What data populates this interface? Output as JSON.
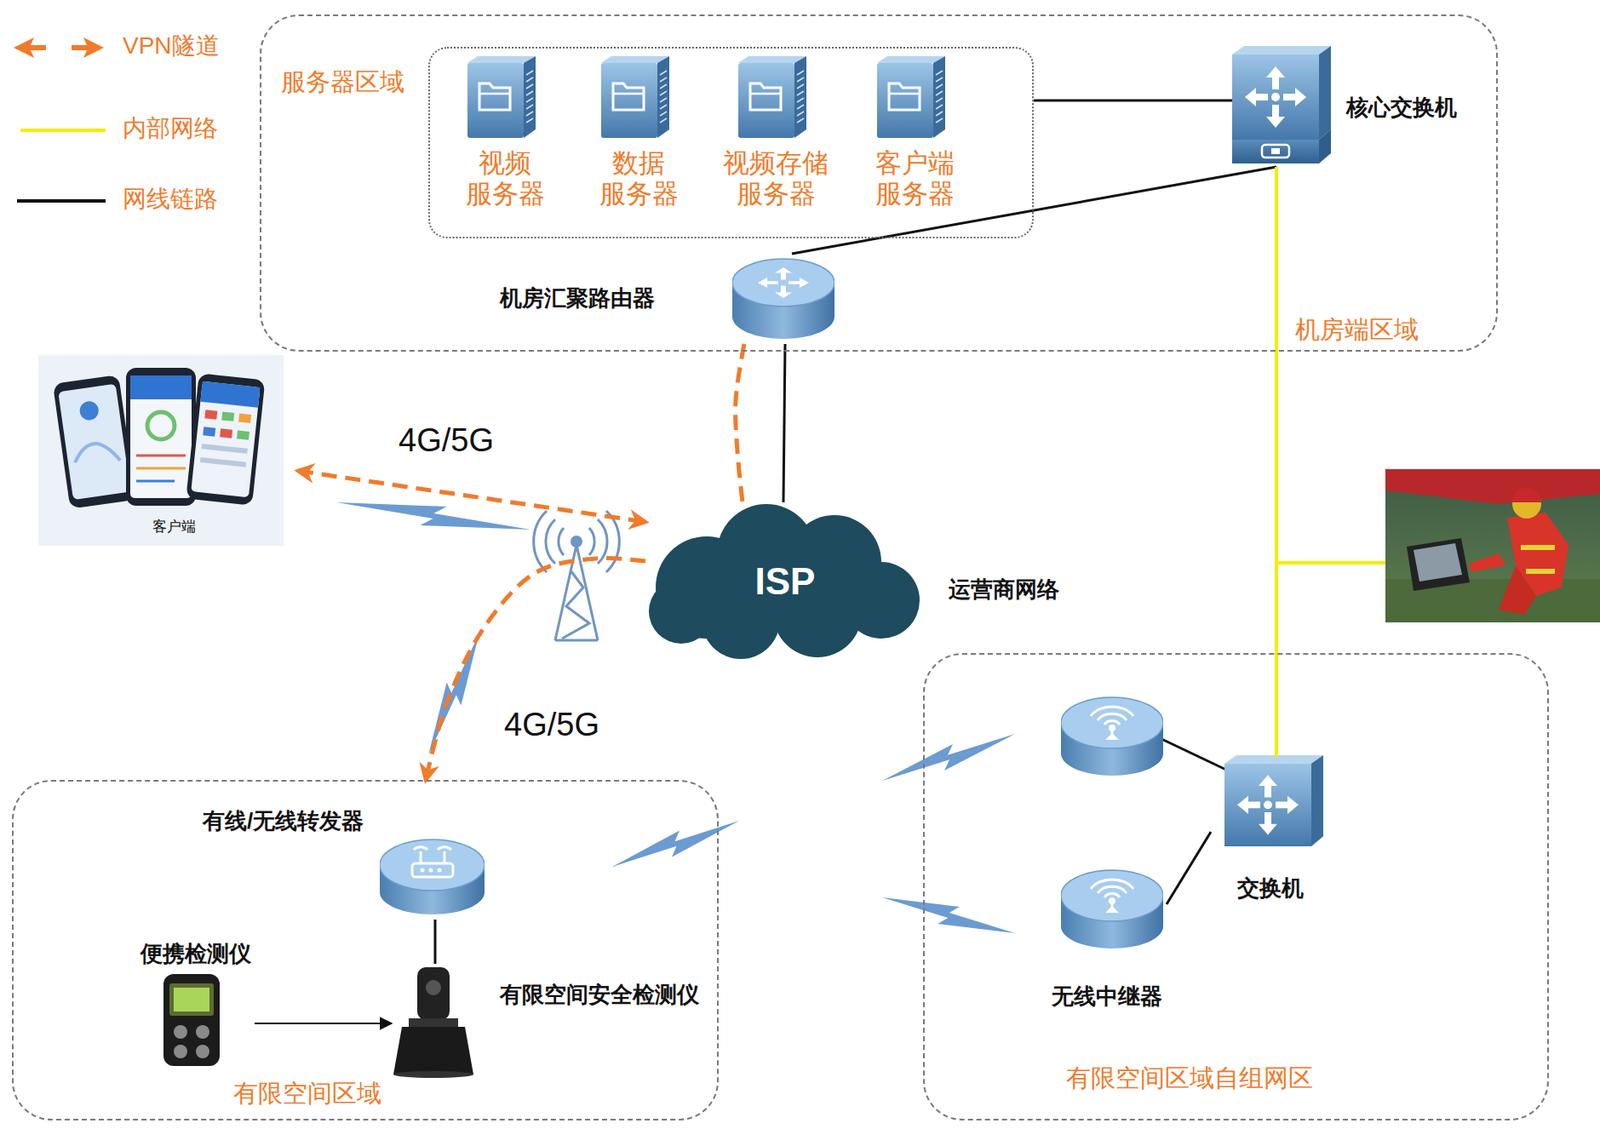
{
  "diagram": {
    "nodes": [
      {
        "text": [
          "机房端区域"
        ]
      },
      {
        "text": [
          "服务器区域"
        ],
        "in": 0
      },
      {
        "text": [
          "视频 服务器"
        ],
        "in": 1
      },
      {
        "text": [
          "数据 服务器"
        ],
        "in": 1
      },
      {
        "text": [
          "视频存储 服务器"
        ],
        "in": 1
      },
      {
        "text": [
          "客户端 服务器"
        ],
        "in": 1
      },
      {
        "text": [
          "核心交换机"
        ],
        "in": 0
      },
      {
        "text": [
          "机房汇聚路由器"
        ],
        "in": 0
      },
      {
        "text": [
          "客户端"
        ]
      },
      {
        "text": [
          "ISP",
          "运营商网络"
        ]
      },
      {
        "text": [
          "有限空间区域"
        ]
      },
      {
        "text": [
          "有线/无线转发器"
        ],
        "in": 10
      },
      {
        "text": [
          "便携检测仪"
        ],
        "in": 10
      },
      {
        "text": [
          "有限空间安全检测仪"
        ],
        "in": 10
      },
      {
        "text": [
          "有限空间区域自组网区"
        ]
      },
      {
        "text": [
          "交换机"
        ],
        "in": 14
      },
      {
        "text": [
          "无线中继器"
        ],
        "in": 14
      }
    ],
    "edges": [
      {
        "from": 1,
        "to": 6,
        "arrow": "none"
      },
      {
        "from": 6,
        "to": 7,
        "arrow": "none"
      },
      {
        "from": 7,
        "to": 9,
        "arrow": "none"
      },
      {
        "from": 6,
        "to": 15,
        "arrow": "none"
      },
      {
        "from": 8,
        "to": 9,
        "label": "4G/5G",
        "arrow": "both"
      },
      {
        "from": 7,
        "to": 9,
        "arrow": "none"
      },
      {
        "from": 9,
        "to": 10,
        "label": "4G/5G",
        "arrow": "to"
      },
      {
        "from": 11,
        "to": 13,
        "arrow": "none"
      },
      {
        "from": 12,
        "to": 13,
        "arrow": "to"
      },
      {
        "from": 15,
        "to": 16,
        "arrow": "none"
      }
    ],
    "legend": [
      {
        "text": "VPN隧道"
      },
      {
        "text": "内部网络"
      },
      {
        "text": "网线链路"
      }
    ]
  }
}
